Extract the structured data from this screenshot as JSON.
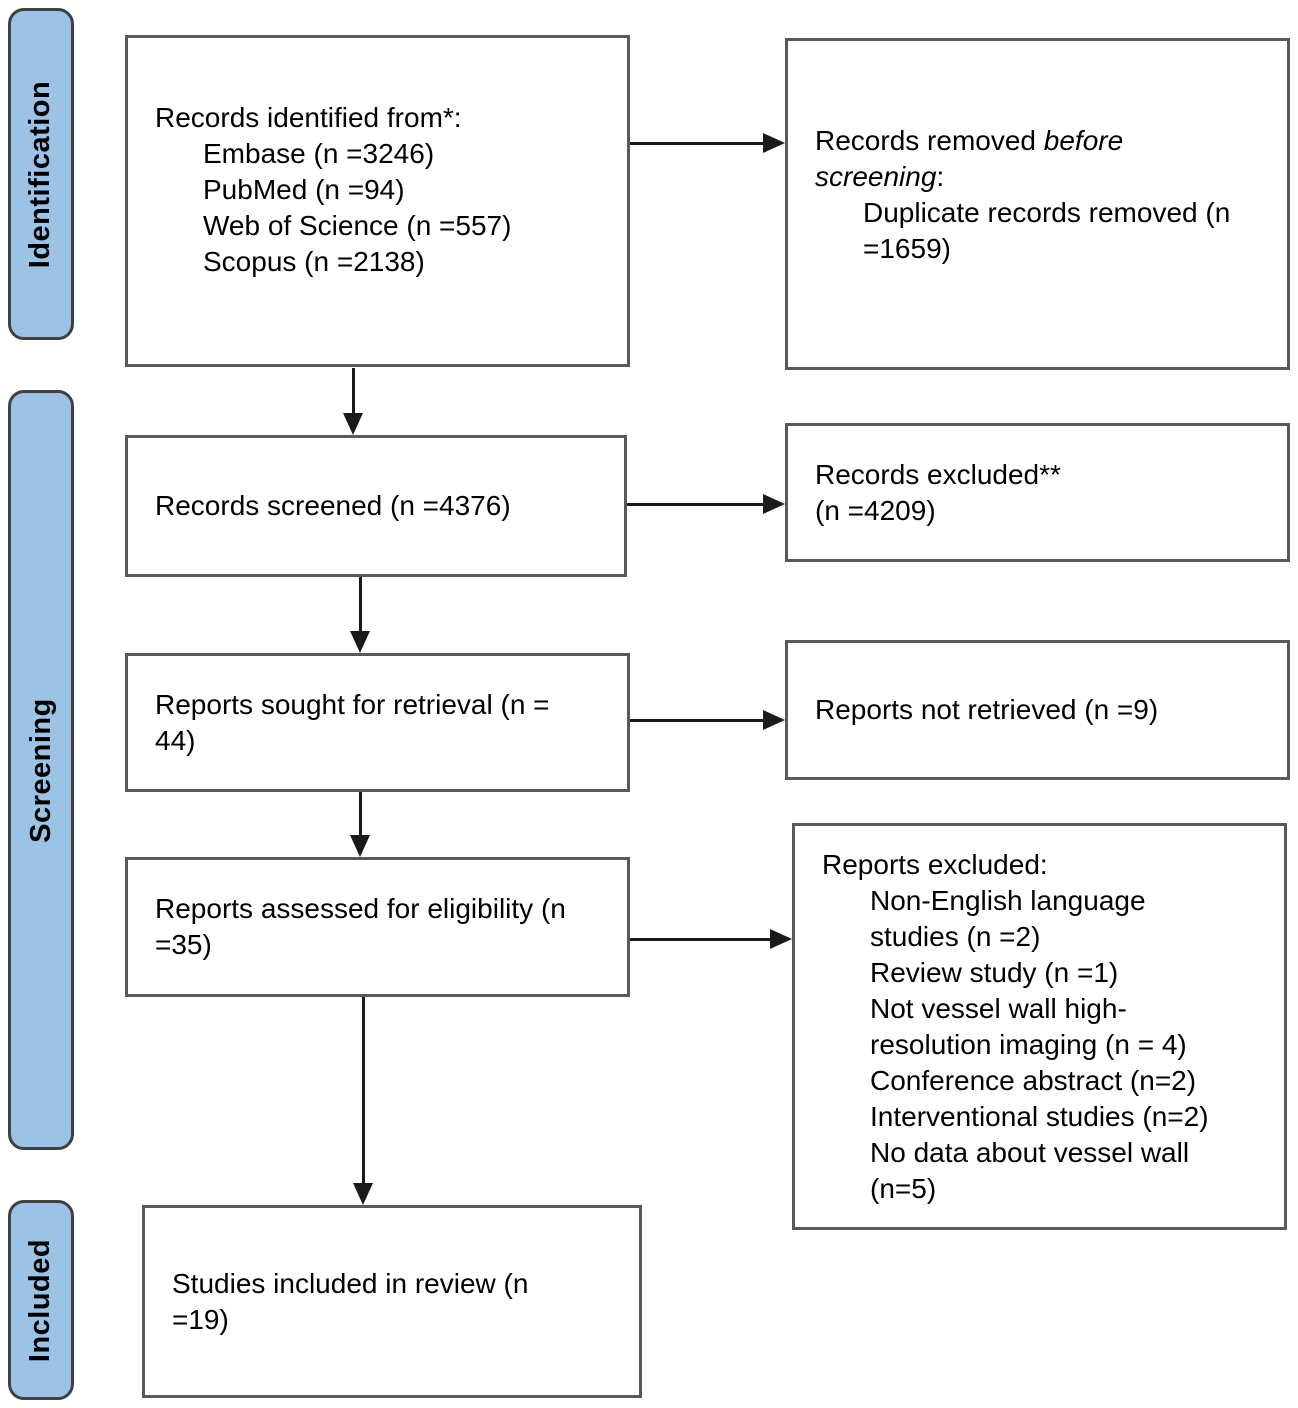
{
  "colors": {
    "stage_fill": "#9CC2E6",
    "stage_border": "#404040",
    "box_border": "#595959",
    "arrow": "#1A1A1A"
  },
  "stages": [
    {
      "label": "Identification"
    },
    {
      "label": "Screening"
    },
    {
      "label": "Included"
    }
  ],
  "boxes": {
    "identified": {
      "title": "Records identified from*:",
      "sources": [
        "Embase (n =3246)",
        "PubMed (n =94)",
        "Web of Science (n =557)",
        "Scopus (n =2138)"
      ]
    },
    "removed_before_screening": {
      "prefix": "Records removed ",
      "italic_line1": "before",
      "italic_line2": "screening",
      "suffix": ":",
      "detail_line1": "Duplicate records removed (n",
      "detail_line2": "=1659)"
    },
    "screened": {
      "line1": "Records screened (n =4376)"
    },
    "records_excluded": {
      "line1": "Records excluded**",
      "line2": "(n =4209)"
    },
    "sought": {
      "line1": "Reports sought for retrieval (n =",
      "line2": "44)"
    },
    "not_retrieved": {
      "line1": "Reports not retrieved (n =9)"
    },
    "assessed": {
      "line1": "Reports assessed for eligibility (n",
      "line2": "=35)"
    },
    "reports_excluded": {
      "title": "Reports excluded:",
      "reason_lines": [
        "Non-English language",
        "studies (n =2)",
        "Review study (n =1)",
        "Not vessel wall high-",
        "resolution imaging (n = 4)",
        "Conference abstract (n=2)",
        "Interventional studies (n=2)",
        "No data about vessel wall",
        "(n=5)"
      ]
    },
    "included_in_review": {
      "line1": "Studies included in review (n",
      "line2": "=19)"
    }
  }
}
